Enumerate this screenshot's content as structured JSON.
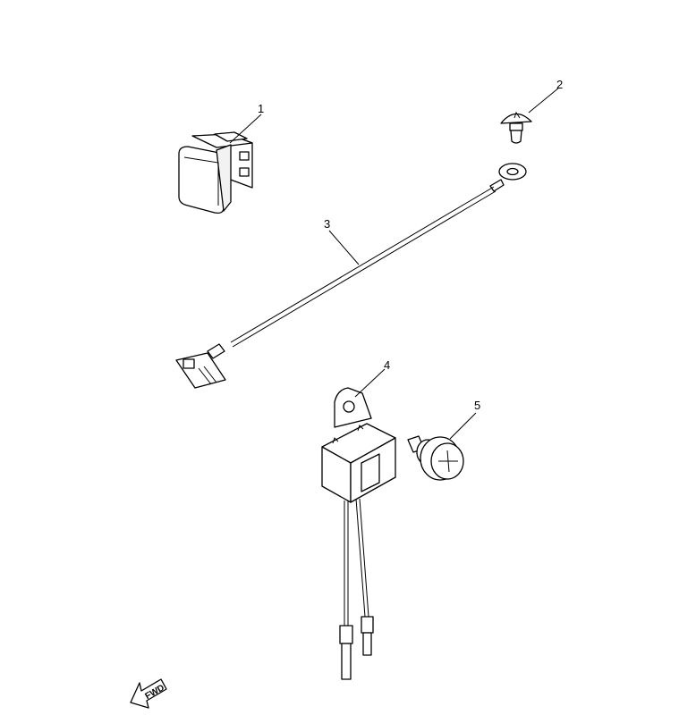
{
  "parts": [
    {
      "ref": "1"
    },
    {
      "ref": "2"
    },
    {
      "ref": "3"
    },
    {
      "ref": "4"
    },
    {
      "ref": "5"
    }
  ],
  "direction_arrow": {
    "text": "FWD"
  }
}
